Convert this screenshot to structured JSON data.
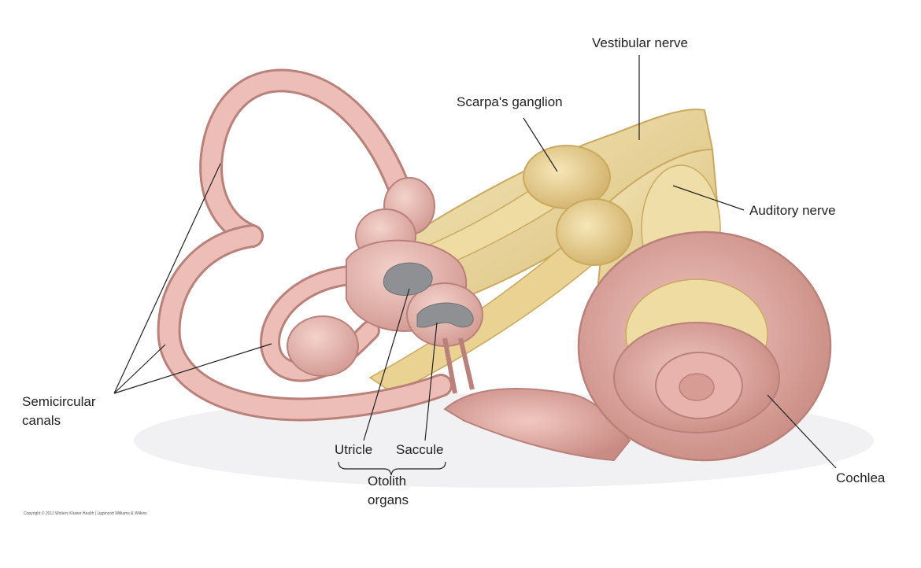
{
  "labels": {
    "vestibular_nerve": "Vestibular nerve",
    "scarpas_ganglion": "Scarpa's ganglion",
    "auditory_nerve": "Auditory nerve",
    "semicircular_canals_line1": "Semicircular",
    "semicircular_canals_line2": "canals",
    "utricle": "Utricle",
    "saccule": "Saccule",
    "otolith_line1": "Otolith",
    "otolith_line2": "organs",
    "cochlea": "Cochlea"
  },
  "copyright": "Copyright © 2011 Wolters Kluwer Health | Lippincott Williams & Wilkins",
  "colors": {
    "membrane": "#e7b3ac",
    "membrane_dark": "#b9817a",
    "nerve": "#ecd69a",
    "nerve_dark": "#c9a95e",
    "otolith": "#8f9094",
    "leader": "#222222"
  }
}
